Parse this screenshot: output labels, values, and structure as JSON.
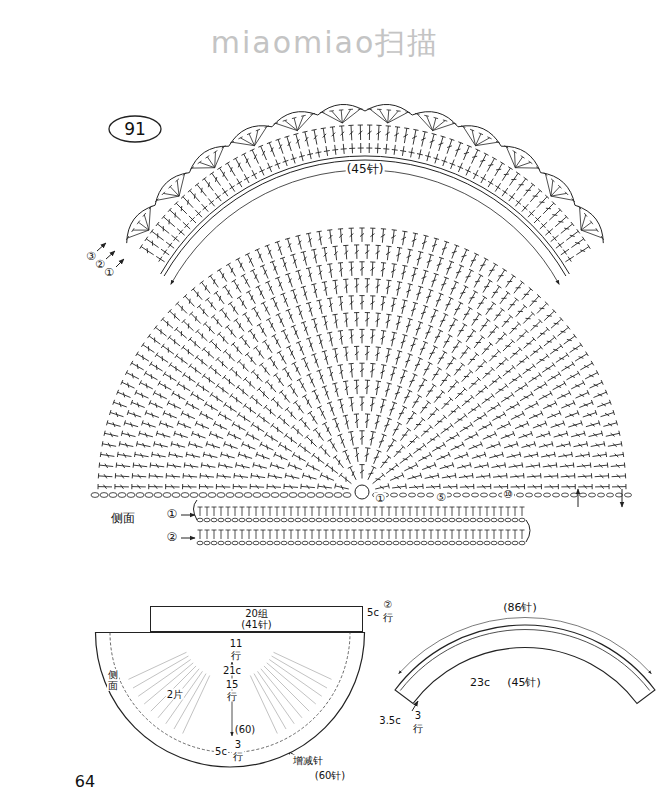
{
  "diagram": {
    "nodes": [
      {
        "text": [
          "91"
        ]
      },
      {
        "text": [
          "20组",
          "(41针)"
        ]
      },
      {
        "text": [
          "11",
          "行",
          "侧面",
          "21c",
          "15",
          "行",
          "2片",
          "(60)",
          "5c",
          "3",
          "行"
        ]
      }
    ],
    "labels": [
      "miaomiao扫描",
      "(45针)",
      "③",
      "②",
      "①",
      "侧面",
      "①",
      "⑤",
      "⑩",
      "①",
      "②",
      "5c",
      "②",
      "行",
      "增减针",
      "(60针)",
      "(86针)",
      "23c",
      "(45针)",
      "3.5c",
      "3",
      "行",
      "64"
    ]
  }
}
